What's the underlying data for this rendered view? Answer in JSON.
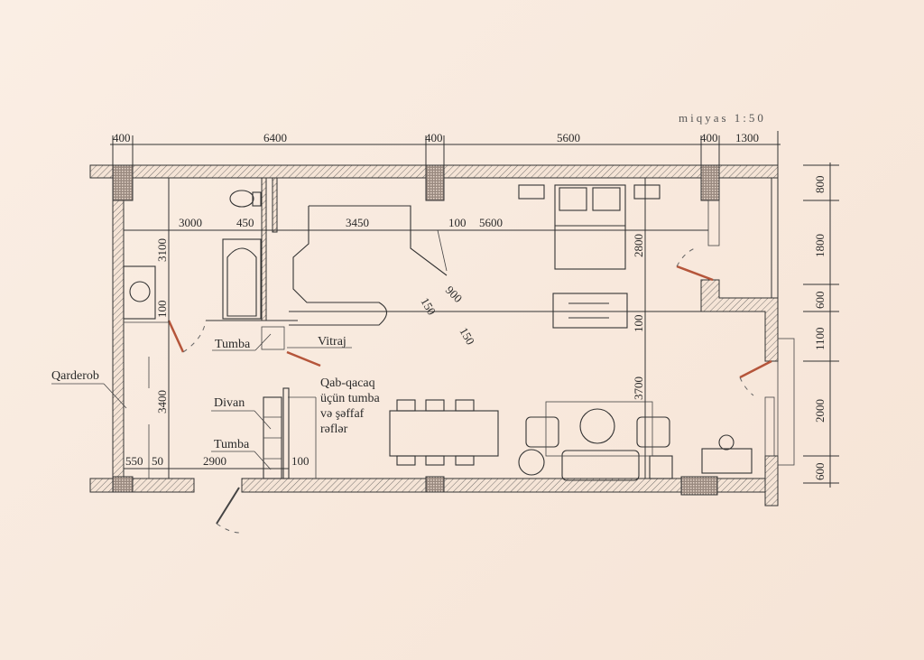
{
  "scale_label": "miqyas 1:50",
  "top_dims": [
    "400",
    "6400",
    "400",
    "5600",
    "400",
    "1300"
  ],
  "right_dims": [
    "800",
    "1800",
    "600",
    "1100",
    "2000",
    "600"
  ],
  "inner_horizontal_dims": [
    "3000",
    "450",
    "3450",
    "100",
    "5600"
  ],
  "left_vertical_dims": [
    "3100",
    "100",
    "3400"
  ],
  "right_vertical_dims": [
    "2800",
    "100",
    "3700"
  ],
  "bottom_dims": [
    "550",
    "50",
    "2900",
    "100"
  ],
  "diagonal_dims": [
    "900",
    "150",
    "150"
  ],
  "labels": {
    "qarderob": "Qarderob",
    "tumba_top": "Tumba",
    "vitraj": "Vitraj",
    "shelf_line1": "Qab-qacaq",
    "shelf_line2": "üçün tumba",
    "shelf_line3": "və şəffaf",
    "shelf_line4": "rəflər",
    "divan": "Divan",
    "tumba_bottom": "Tumba"
  },
  "colors": {
    "paper": "#f8e9dd",
    "door": "#b5553a",
    "ink": "#333333"
  }
}
